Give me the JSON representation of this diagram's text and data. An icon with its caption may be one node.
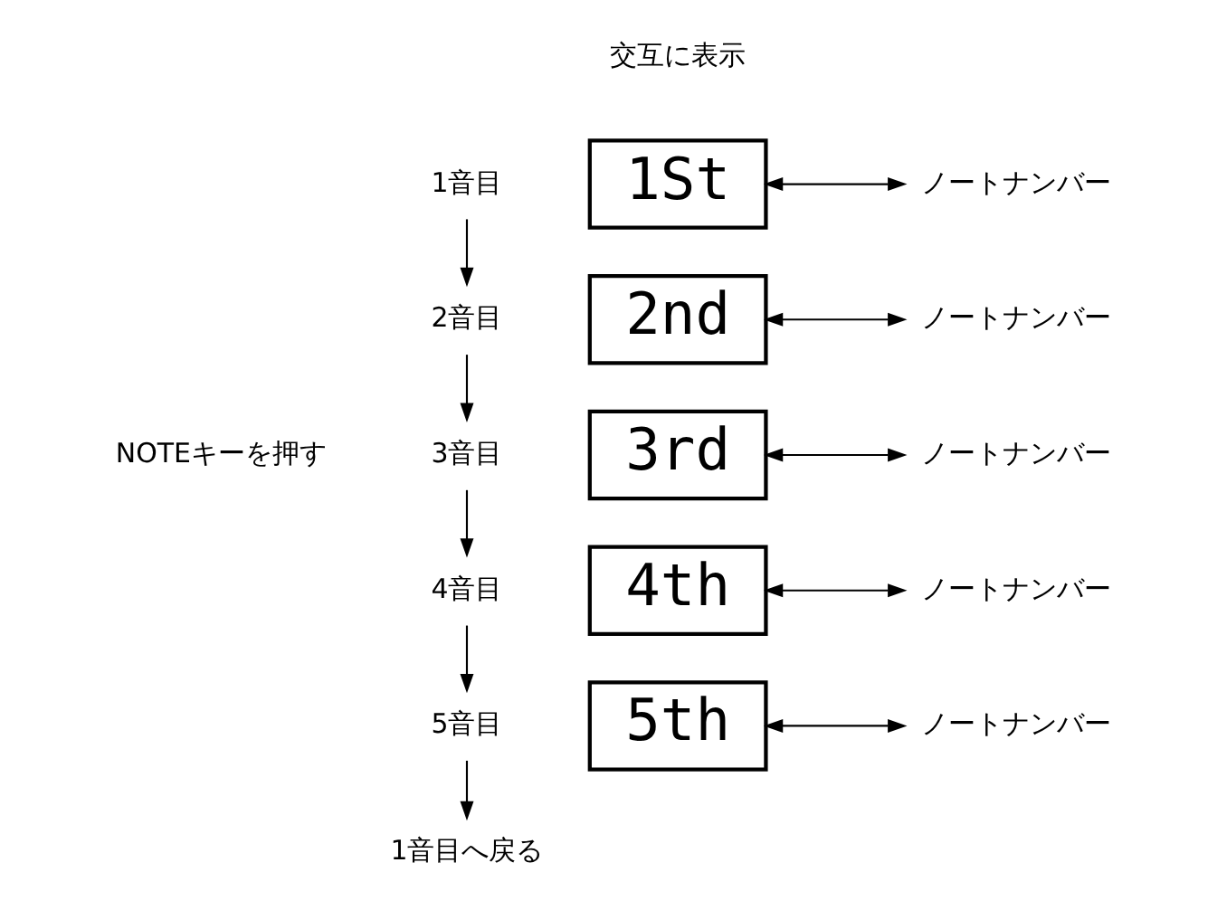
{
  "diagram": {
    "nodes": [
      {
        "text": [
          "1音目"
        ]
      },
      {
        "text": [
          "1St"
        ]
      },
      {
        "text": [
          "ノートナンバー"
        ]
      },
      {
        "text": [
          "2音目"
        ]
      },
      {
        "text": [
          "2nd"
        ]
      },
      {
        "text": [
          "ノートナンバー"
        ]
      },
      {
        "text": [
          "3音目"
        ]
      },
      {
        "text": [
          "3rd"
        ]
      },
      {
        "text": [
          "ノートナンバー"
        ]
      },
      {
        "text": [
          "4音目"
        ]
      },
      {
        "text": [
          "4th"
        ]
      },
      {
        "text": [
          "ノートナンバー"
        ]
      },
      {
        "text": [
          "5音目"
        ]
      },
      {
        "text": [
          "5th"
        ]
      },
      {
        "text": [
          "ノートナンバー"
        ]
      },
      {
        "text": [
          "1音目へ戻る"
        ]
      }
    ],
    "edges": [
      {
        "from": 0,
        "to": 3,
        "arrow": "to"
      },
      {
        "from": 3,
        "to": 6,
        "arrow": "to"
      },
      {
        "from": 6,
        "to": 9,
        "arrow": "to"
      },
      {
        "from": 9,
        "to": 12,
        "arrow": "to"
      },
      {
        "from": 12,
        "to": 15,
        "arrow": "to"
      },
      {
        "from": 1,
        "to": 2,
        "arrow": "both"
      },
      {
        "from": 4,
        "to": 5,
        "arrow": "both"
      },
      {
        "from": 7,
        "to": 8,
        "arrow": "both"
      },
      {
        "from": 10,
        "to": 11,
        "arrow": "both"
      },
      {
        "from": 13,
        "to": 14,
        "arrow": "both"
      }
    ],
    "labels": [
      "交互に表示",
      "NOTEキーを押す"
    ]
  }
}
